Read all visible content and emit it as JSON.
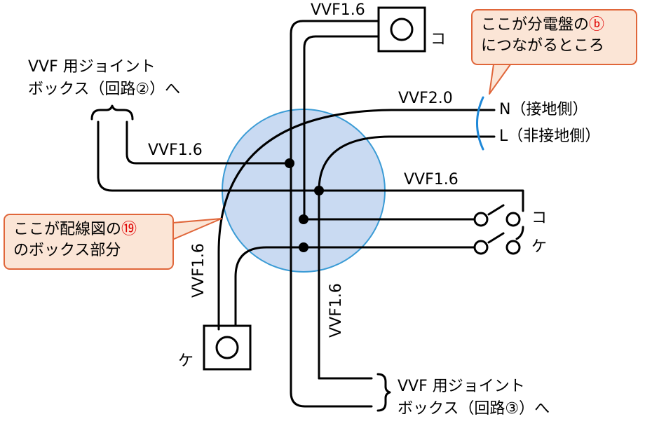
{
  "labels": {
    "vvf_top": "VVF1.6",
    "vvf_left": "VVF1.6",
    "vvf_20": "VVF2.0",
    "vvf_right": "VVF1.6",
    "vvf_vert_left": "VVF1.6",
    "vvf_vert_right": "VVF1.6",
    "n_label": "N（接地側）",
    "l_label": "L（非接地側）",
    "ko_top": "コ",
    "ko_switch": "コ",
    "ke_switch": "ケ",
    "ke_bottom": "ケ"
  },
  "jb2": {
    "line1": "VVF 用ジョイント",
    "line2": "ボックス（回路②）へ"
  },
  "jb3": {
    "line1": "VVF 用ジョイント",
    "line2": "ボックス（回路③）へ"
  },
  "callout_panel": {
    "line1_text": "ここが分電盤の",
    "line1_mark": "ⓑ",
    "line2": "につながるところ"
  },
  "callout_box": {
    "line1_text": "ここが配線図の",
    "line1_mark": "⑲",
    "line2": "のボックス部分"
  },
  "colors": {
    "wire": "#000000",
    "box_fill": "#c9daf2",
    "box_stroke": "#3a9bd5",
    "callout_fill": "#fbe5d6",
    "callout_border": "#e0663a",
    "mark_red": "#e00000"
  }
}
